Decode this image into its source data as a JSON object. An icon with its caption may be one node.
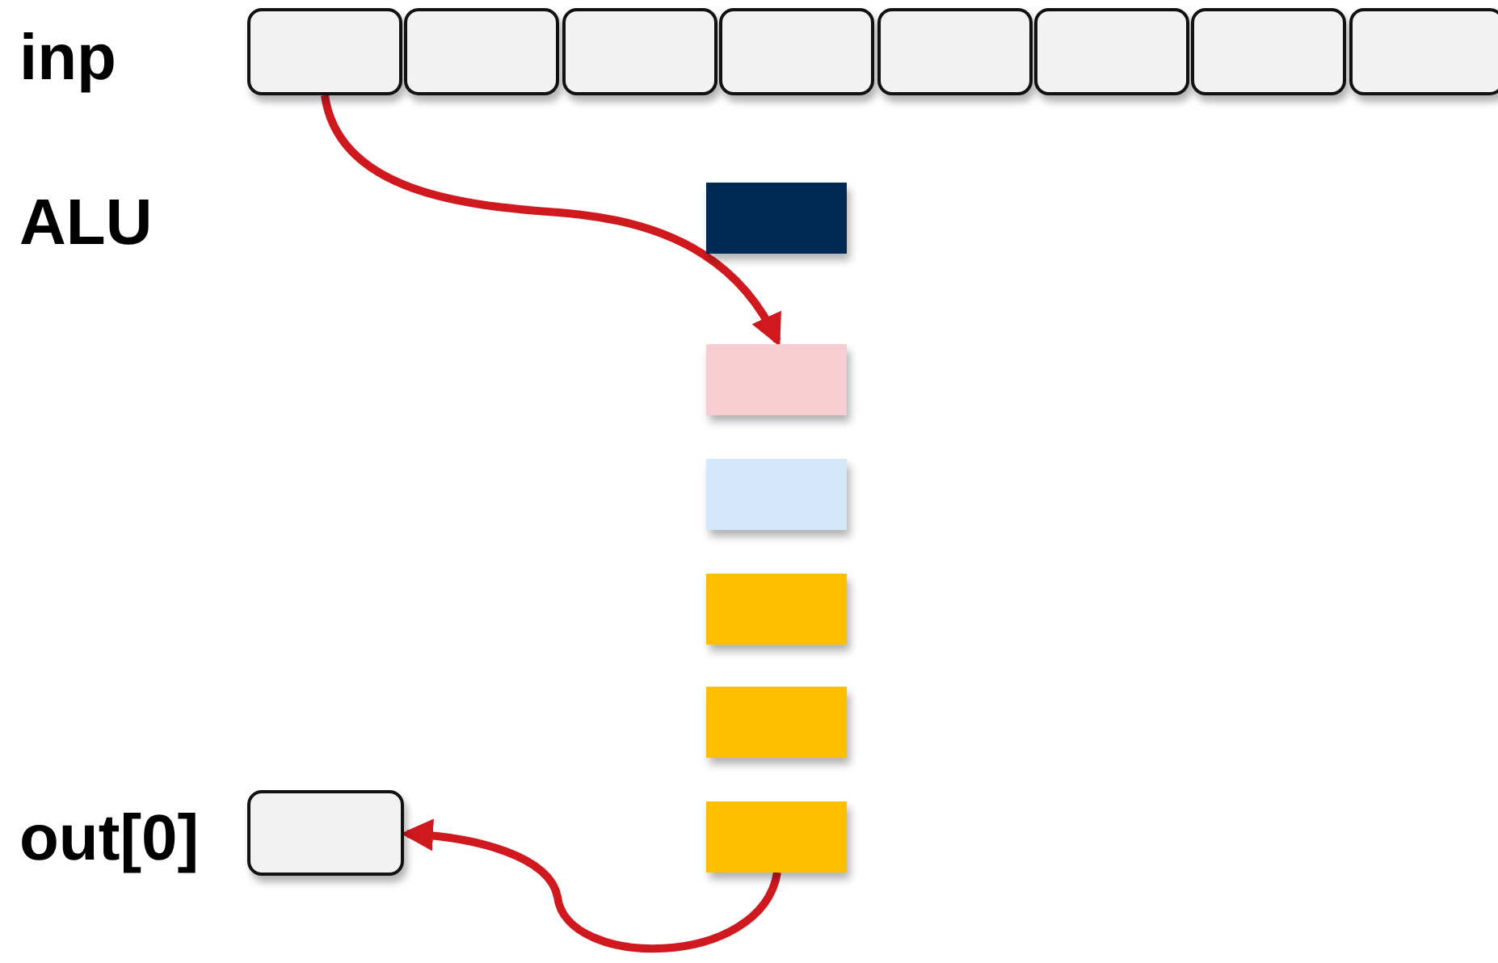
{
  "diagram": {
    "nodes": [
      {
        "text": [],
        "shape": "box"
      },
      {
        "text": [],
        "shape": "box"
      },
      {
        "text": [],
        "shape": "box"
      },
      {
        "text": [],
        "shape": "box"
      },
      {
        "text": [],
        "shape": "box"
      },
      {
        "text": [],
        "shape": "box"
      },
      {
        "text": [],
        "shape": "box"
      },
      {
        "text": [],
        "shape": "box"
      },
      {
        "text": [],
        "shape": "box"
      },
      {
        "text": [],
        "shape": "box"
      },
      {
        "text": [],
        "shape": "box"
      },
      {
        "text": [],
        "shape": "box"
      },
      {
        "text": [],
        "shape": "box"
      },
      {
        "text": [],
        "shape": "box"
      },
      {
        "text": [],
        "shape": "box",
        "beside": [
          "out[0]"
        ]
      }
    ],
    "edges": [
      {
        "from": 0,
        "to": 9,
        "arrow": "to"
      },
      {
        "from": 13,
        "to": 14,
        "arrow": "to"
      }
    ],
    "labels": [
      "inp",
      "ALU"
    ]
  }
}
